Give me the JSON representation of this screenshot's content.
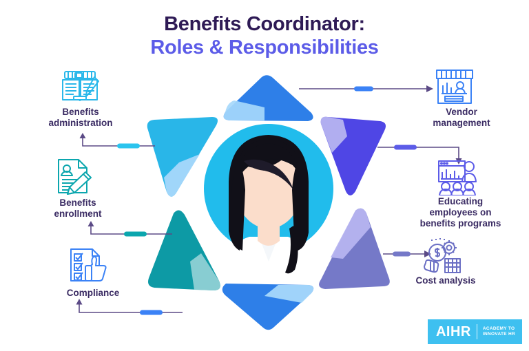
{
  "title": {
    "line1": "Benefits Coordinator:",
    "line2": "Roles & Responsibilities",
    "color_line1": "#2E1A55",
    "color_line2": "#5C5CE8"
  },
  "center": {
    "subject": "benefits-coordinator-avatar",
    "circle_color": "#21BCEC",
    "hair_color": "#111018",
    "skin_color": "#FBDDCB",
    "shirt_color": "#FFFFFF"
  },
  "nodes": [
    {
      "id": "benefits-administration",
      "label": "Benefits\nadministration",
      "label_lines": [
        "Benefits",
        "administration"
      ],
      "icon": "open-book-binder-icon",
      "icon_color": "#2BB8EA",
      "side": "left",
      "connector_accent": "#2BC4EE",
      "arrow_direction": "up"
    },
    {
      "id": "benefits-enrollment",
      "label": "Benefits\nenrollment",
      "label_lines": [
        "Benefits",
        "enrollment"
      ],
      "icon": "document-pencil-icon",
      "icon_color": "#0BA6AE",
      "side": "left",
      "connector_accent": "#0BA6AE",
      "arrow_direction": "up"
    },
    {
      "id": "compliance",
      "label": "Compliance",
      "label_lines": [
        "Compliance"
      ],
      "icon": "checklist-thumbs-up-icon",
      "icon_color": "#3B82F6",
      "side": "left",
      "connector_accent": "#3B82F6",
      "arrow_direction": "up"
    },
    {
      "id": "vendor-management",
      "label": "Vendor\nmanagement",
      "label_lines": [
        "Vendor",
        "management"
      ],
      "icon": "storefront-icon",
      "icon_color": "#3B82F6",
      "side": "right",
      "connector_accent": "#3B82F6",
      "arrow_direction": "right"
    },
    {
      "id": "educating-employees",
      "label": "Educating\nemployees on\nbenefits programs",
      "label_lines": [
        "Educating",
        "employees on",
        "benefits programs"
      ],
      "icon": "presentation-audience-icon",
      "icon_color": "#5C5CE8",
      "side": "right",
      "connector_accent": "#5C5CE8",
      "arrow_direction": "down"
    },
    {
      "id": "cost-analysis",
      "label": "Cost analysis",
      "label_lines": [
        "Cost analysis"
      ],
      "icon": "money-gear-coins-icon",
      "icon_color": "#6B6FC4",
      "side": "right",
      "connector_accent": "#7579C8",
      "arrow_direction": "right"
    }
  ],
  "triangles": [
    {
      "id": "triangle-top",
      "main_color": "#2E7FE8",
      "accent_color": "#A6D8FB"
    },
    {
      "id": "triangle-upper-left",
      "main_color": "#29B6E8",
      "accent_color": "#A6D8FB"
    },
    {
      "id": "triangle-lower-left",
      "main_color": "#0D9AA5",
      "accent_color": "#8FD0D4"
    },
    {
      "id": "triangle-bottom",
      "main_color": "#2E7FE8",
      "accent_color": "#A6D8FB"
    },
    {
      "id": "triangle-lower-right",
      "main_color": "#7579C8",
      "accent_color": "#B6B4F0"
    },
    {
      "id": "triangle-upper-right",
      "main_color": "#4F46E5",
      "accent_color": "#B6B4F0"
    }
  ],
  "connector_line_color": "#5B4A86",
  "logo": {
    "name": "AIHR",
    "tagline_line1": "ACADEMY TO",
    "tagline_line2": "INNOVATE HR",
    "background": "#3EC0F0"
  }
}
